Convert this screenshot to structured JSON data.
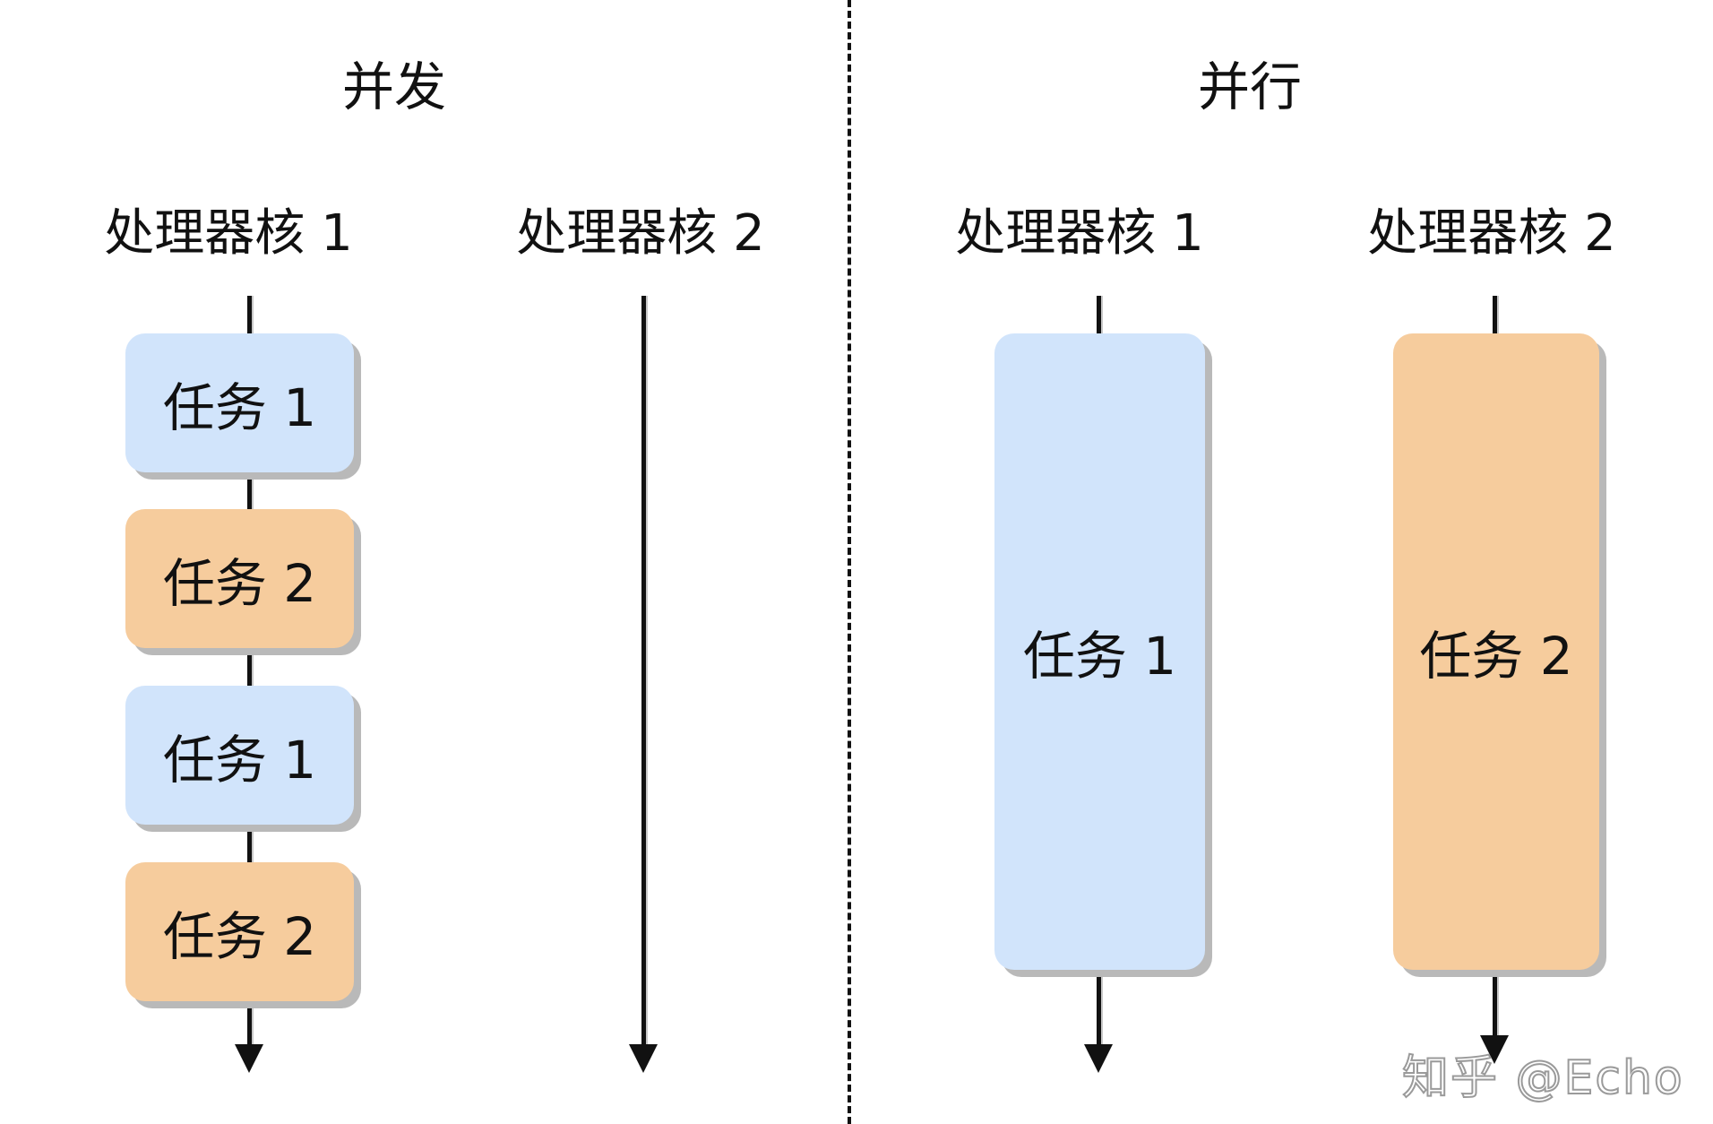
{
  "concurrency": {
    "title": "并发",
    "core1_label": "处理器核 1",
    "core2_label": "处理器核 2",
    "tasks": [
      "任务 1",
      "任务 2",
      "任务 1",
      "任务 2"
    ]
  },
  "parallelism": {
    "title": "并行",
    "core1_label": "处理器核 1",
    "core2_label": "处理器核 2",
    "task1": "任务 1",
    "task2": "任务 2"
  },
  "colors": {
    "task1_fill": "#d1e4fb",
    "task2_fill": "#f6cc9d",
    "line": "#111111"
  },
  "watermark": "知乎 @Echo"
}
